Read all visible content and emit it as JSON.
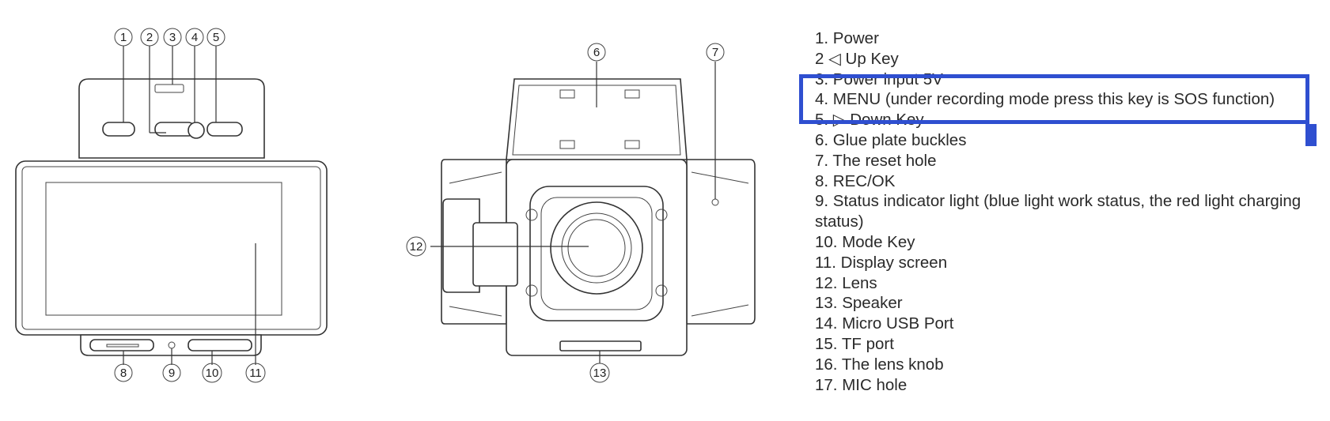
{
  "callouts": {
    "c1": "1",
    "c2": "2",
    "c3": "3",
    "c4": "4",
    "c5": "5",
    "c6": "6",
    "c7": "7",
    "c8": "8",
    "c9": "9",
    "c10": "10",
    "c11": "11",
    "c12": "12",
    "c13": "13"
  },
  "legend": {
    "items": [
      "1. Power",
      "2 ◁ Up Key",
      "3. Power input 5V",
      "4. MENU (under recording mode press this key is SOS function)",
      "5. ▷ Down Key",
      "6. Glue plate buckles",
      "7. The reset hole",
      "8. REC/OK",
      "9. Status indicator light (blue light work status, the red light charging status)",
      "10. Mode Key",
      "11. Display screen",
      "12. Lens",
      "13. Speaker",
      "14. Micro USB Port",
      "15. TF port",
      "16. The lens knob",
      "17. MIC hole"
    ]
  },
  "colors": {
    "highlight": "#2f4fd0",
    "line": "#333333"
  }
}
